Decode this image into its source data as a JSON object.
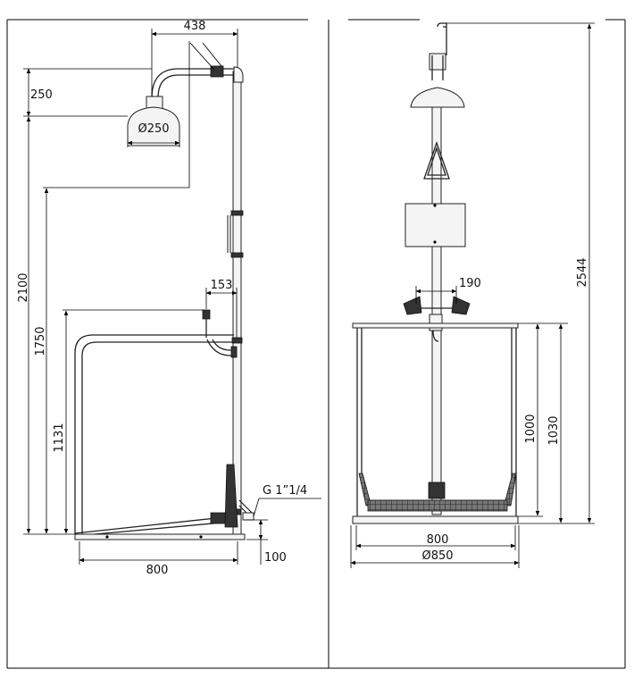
{
  "side_view": {
    "dim_arm_width": "438",
    "dim_head_height": "250",
    "dim_head_diameter": "Ø250",
    "dim_head_clearance": "2100",
    "dim_eyewash_height": "1750",
    "dim_eyewash_offset": "153",
    "dim_bowl_height": "1131",
    "dim_inlet": "G 1”1/4",
    "dim_platform": "100",
    "dim_base_width": "800"
  },
  "front_view": {
    "dim_total_height": "2544",
    "dim_eyewash_spacing": "190",
    "dim_frame_height": "1000",
    "dim_frame_height_total": "1030",
    "dim_width": "800",
    "dim_base_diameter": "Ø850"
  },
  "colors": {
    "line": "#000000",
    "pipe": "#222222",
    "grate": "#444444",
    "paper": "#ffffff"
  }
}
